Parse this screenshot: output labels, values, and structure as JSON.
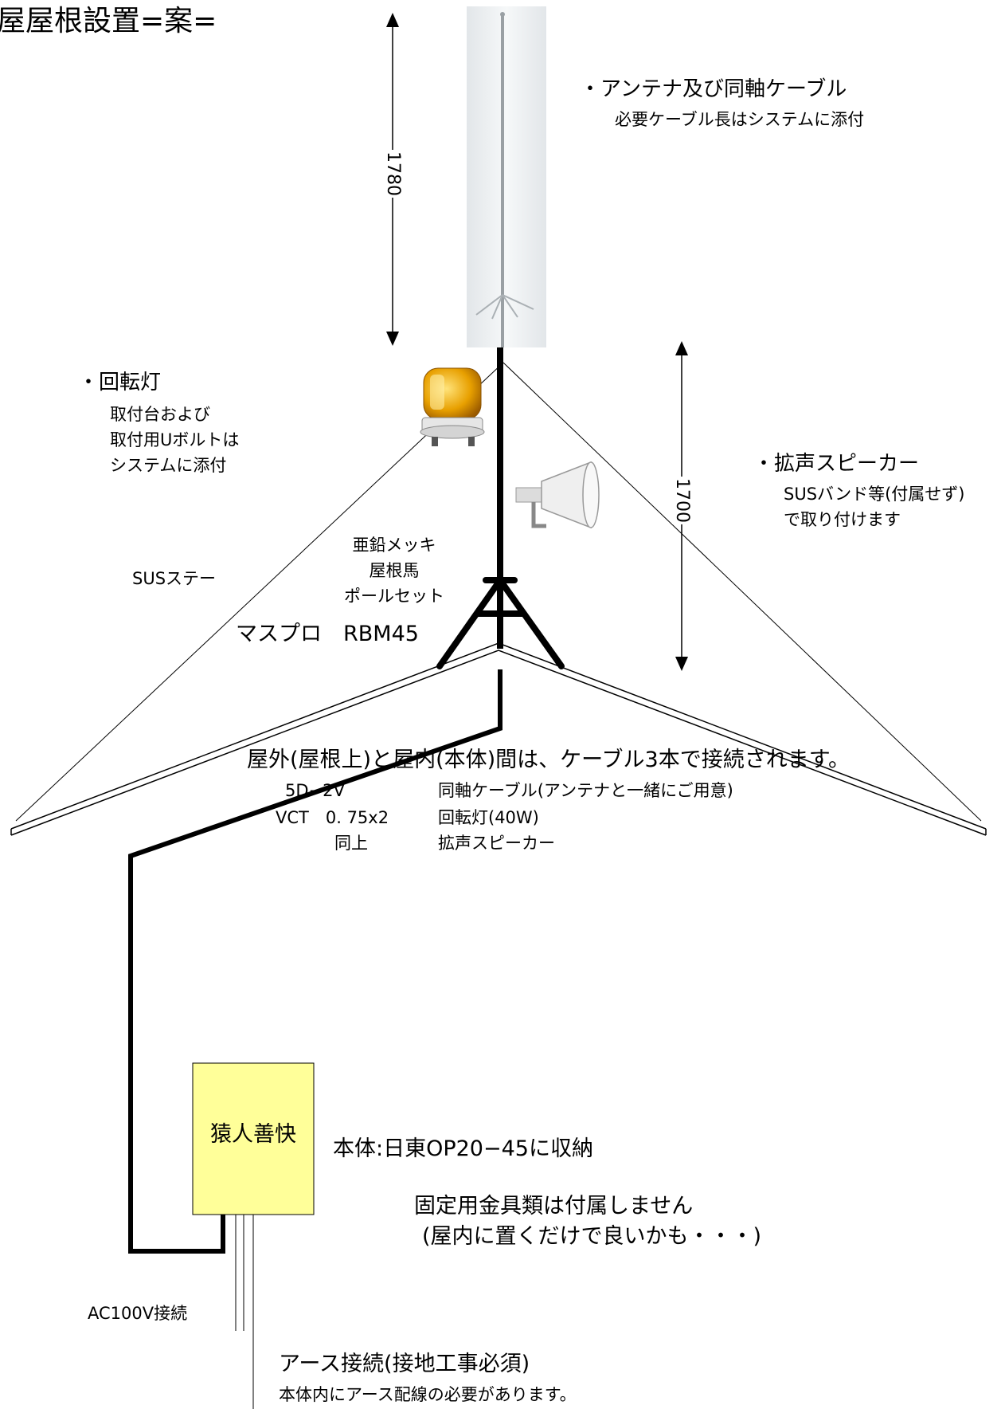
{
  "title": "屋屋根設置=案=",
  "dimensions": {
    "antenna_height": "1780",
    "pole_height": "1700"
  },
  "antenna": {
    "label": "・アンテナ及び同軸ケーブル",
    "note": "必要ケーブル長はシステムに添付"
  },
  "beacon": {
    "label": "・回転灯",
    "note_lines": [
      "取付台および",
      "取付用Uボルトは",
      "システムに添付"
    ]
  },
  "speaker": {
    "label": "・拡声スピーカー",
    "note_lines": [
      "SUSバンド等(付属せず)",
      "で取り付けます"
    ]
  },
  "stay": {
    "label": "SUSステー"
  },
  "mount": {
    "lines": [
      "亜鉛メッキ",
      "屋根馬",
      "ポールセット"
    ],
    "model": "マスプロ　RBM45"
  },
  "cables": {
    "heading": "屋外(屋根上)と屋内(本体)間は、ケーブル3本で接続されます。",
    "rows": [
      {
        "type": "5D−2V",
        "use": "同軸ケーブル(アンテナと一緒にご用意)"
      },
      {
        "type": "VCT　0. 75x2",
        "use": "回転灯(40W)"
      },
      {
        "type": "同上",
        "use": "拡声スピーカー"
      }
    ]
  },
  "unit": {
    "box_label": "猿人善快",
    "housing": "本体:日東OP20−45に収納",
    "note_lines": [
      "固定用金具類は付属しません",
      "(屋内に置くだけで良いかも・・・)"
    ],
    "box_color": "#ffff99"
  },
  "power": {
    "label": "AC100V接続"
  },
  "earth": {
    "label": "アース接続(接地工事必須)",
    "note": "本体内にアース配線の必要があります。"
  },
  "colors": {
    "beacon_amber": "#e8a000",
    "beacon_dark": "#b06a00",
    "roof_line": "#000000"
  }
}
